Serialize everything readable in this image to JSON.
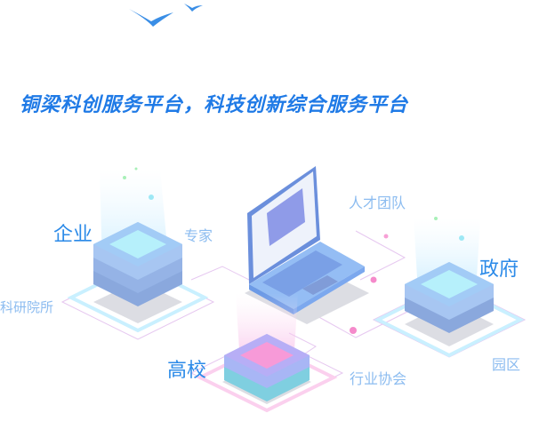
{
  "title": "铜梁科创服务平台，科技创新综合服务平台",
  "nodes": {
    "enterprise": "企业",
    "expert": "专家",
    "talent_team": "人才团队",
    "government": "政府",
    "research_institute": "科研院所",
    "university": "高校",
    "industry_association": "行业协会",
    "park": "园区"
  },
  "colors": {
    "title": "#1f7ae6",
    "node_label": "#2b8ae8",
    "sub_label": "#8cbcf0"
  }
}
